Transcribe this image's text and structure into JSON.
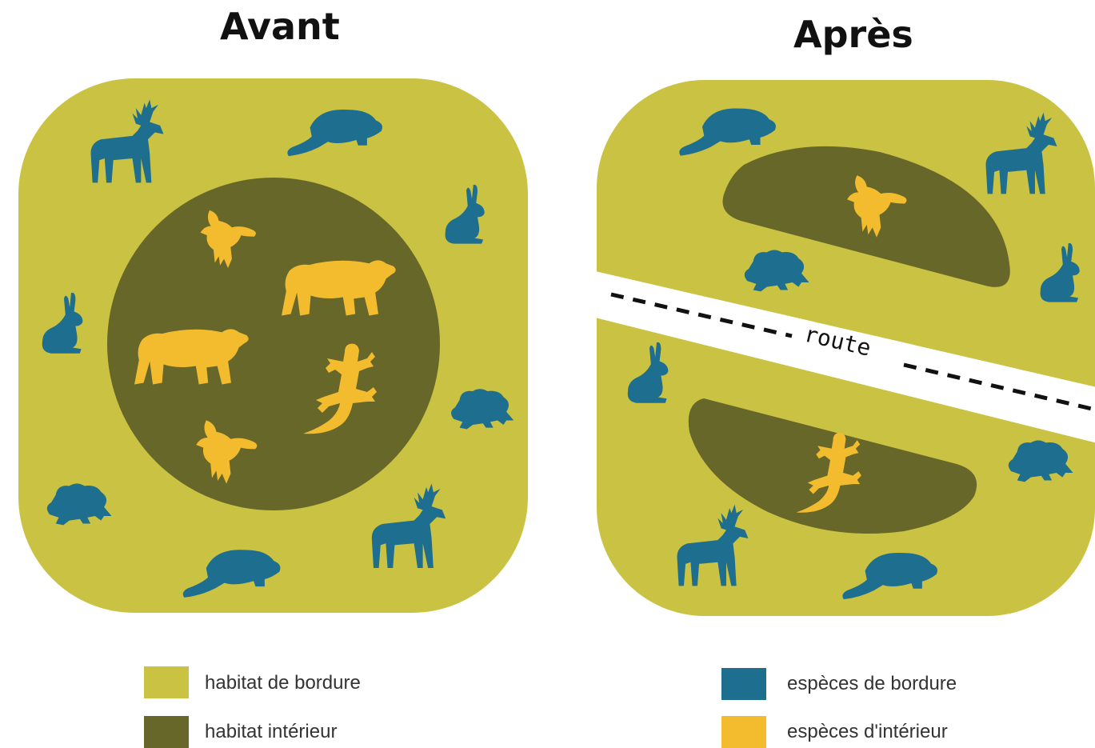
{
  "titles": {
    "before": "Avant",
    "after": "Après"
  },
  "road_label": "route",
  "legend": [
    {
      "label": "habitat de bordure",
      "color": "#c9c243"
    },
    {
      "label": "habitat intérieur",
      "color": "#676729"
    },
    {
      "label": "espèces de bordure",
      "color": "#1e6e8f"
    },
    {
      "label": "espèces d'intérieur",
      "color": "#f3bc2f"
    }
  ],
  "colors": {
    "edge_habitat": "#c9c243",
    "interior_habitat": "#676729",
    "edge_species": "#1e6e8f",
    "interior_species": "#f3bc2f",
    "road": "#ffffff"
  },
  "icons": {
    "edge_species": [
      "deer-icon",
      "beaver-icon",
      "rabbit-icon",
      "frog-icon"
    ],
    "interior_species": [
      "bear-icon",
      "bird-icon",
      "lizard-icon"
    ]
  }
}
